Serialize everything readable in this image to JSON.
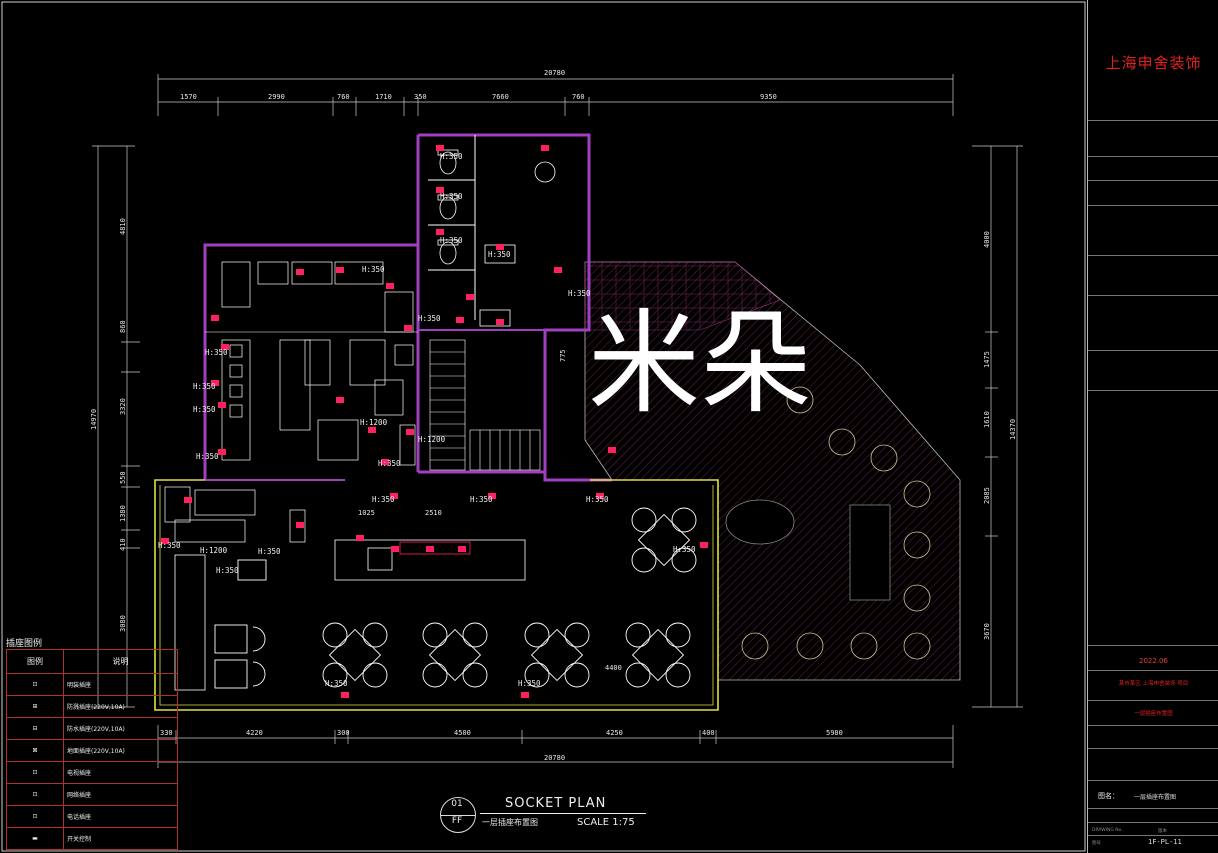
{
  "drawing": {
    "title": "SOCKET PLAN",
    "subtitle": "一层插座布置图",
    "scale": "SCALE 1:75",
    "sheet_index": "01",
    "sheet_level": "FF"
  },
  "dimensions": {
    "top_total": "20780",
    "top_segments": [
      "1570",
      "2990",
      "760",
      "1710",
      "350",
      "7660",
      "760",
      "9350"
    ],
    "bottom_total": "20780",
    "bottom_segments": [
      "330",
      "4220",
      "300",
      "4500",
      "4250",
      "400",
      "5980"
    ],
    "left_total": "14970",
    "left_segments": [
      "4810",
      "860",
      "3320",
      "550",
      "1380",
      "410",
      "3080"
    ],
    "right_total": "14370",
    "right_segments": [
      "4000",
      "1475",
      "1610",
      "2085",
      "3670"
    ],
    "interior": [
      "1025",
      "2510",
      "4400",
      "775"
    ]
  },
  "socket_heights": [
    "H:350",
    "H:350",
    "H:350",
    "H:350",
    "H:350",
    "H:350",
    "H:350",
    "H:350",
    "H:350",
    "H:350",
    "H:350",
    "H:350",
    "H:350",
    "H:350",
    "H:350",
    "H:350",
    "H:350",
    "H:350",
    "H:350",
    "H:350",
    "H:350",
    "H:1200",
    "H:1200",
    "H:1200"
  ],
  "watermark": "米朵",
  "legend": {
    "title": "插座图例",
    "col_symbol": "图例",
    "col_desc": "说明",
    "rows": [
      {
        "symbol": "⊡",
        "desc": "明装插座"
      },
      {
        "symbol": "⊞",
        "desc": "防溅插座(220V,10A)"
      },
      {
        "symbol": "⊟",
        "desc": "防水插座(220V,10A)"
      },
      {
        "symbol": "⊠",
        "desc": "地面插座(220V,10A)"
      },
      {
        "symbol": "⊡",
        "desc": "电视插座"
      },
      {
        "symbol": "⊡",
        "desc": "网络插座"
      },
      {
        "symbol": "⊡",
        "desc": "电话插座"
      },
      {
        "symbol": "▬",
        "desc": "开关控制"
      }
    ]
  },
  "title_block": {
    "company": "上海申舍装饰",
    "date": "2022.06",
    "project_line1": "某市某区 上海申舍装饰 项目",
    "project_line2": "一层插座布置图",
    "drawing_name_label": "图名：",
    "drawing_name": "一层插座布置图",
    "drawing_no": "1F-PL-11",
    "code_label": "DRAWING No.",
    "version_label": "版本",
    "no_label": "图号"
  },
  "colors": {
    "wall": "#a040c0",
    "wall_outer": "#ffffff",
    "socket": "#ff2060",
    "terrace_wall": "#e0e040",
    "furniture": "#ffffff",
    "dimension": "#e8e8e8",
    "hatch": "#7a2a5a",
    "company_red": "#e02020"
  }
}
